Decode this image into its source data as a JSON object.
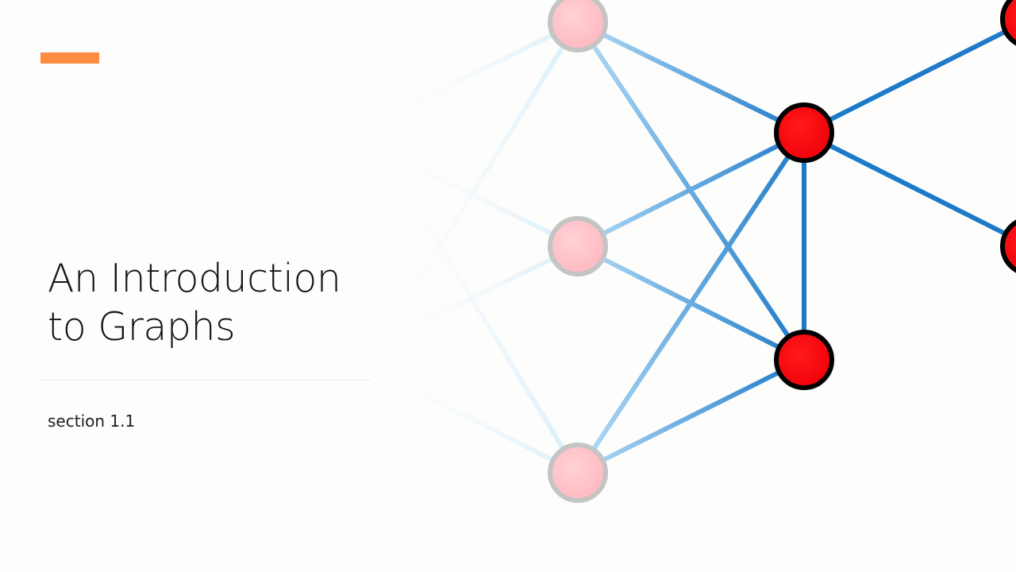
{
  "slide": {
    "title_lines": [
      "An Introduction",
      "to Graphs"
    ],
    "subtitle": "section 1.1"
  },
  "colors": {
    "accent": "#fd8b42",
    "edge_dark": "#1d7ac8",
    "edge_light": "#b4dcf6",
    "node_active_fill": "#f0000a",
    "node_active_stroke": "#000000",
    "node_faded_fill": "#ffb8c0",
    "node_faded_stroke": "#c4c4c4"
  },
  "graph": {
    "nodes": [
      {
        "id": "n1",
        "state": "faded"
      },
      {
        "id": "n2",
        "state": "faded"
      },
      {
        "id": "n3",
        "state": "faded"
      },
      {
        "id": "n4",
        "state": "active"
      },
      {
        "id": "n5",
        "state": "active"
      },
      {
        "id": "n6",
        "state": "active"
      },
      {
        "id": "n7",
        "state": "active"
      }
    ],
    "edges": [
      {
        "from": "n1",
        "to": "n4"
      },
      {
        "from": "n1",
        "to": "n5"
      },
      {
        "from": "n2",
        "to": "n4"
      },
      {
        "from": "n2",
        "to": "n5"
      },
      {
        "from": "n3",
        "to": "n4"
      },
      {
        "from": "n3",
        "to": "n5"
      },
      {
        "from": "n4",
        "to": "n5"
      },
      {
        "from": "n4",
        "to": "n6"
      },
      {
        "from": "n4",
        "to": "n7"
      }
    ]
  }
}
